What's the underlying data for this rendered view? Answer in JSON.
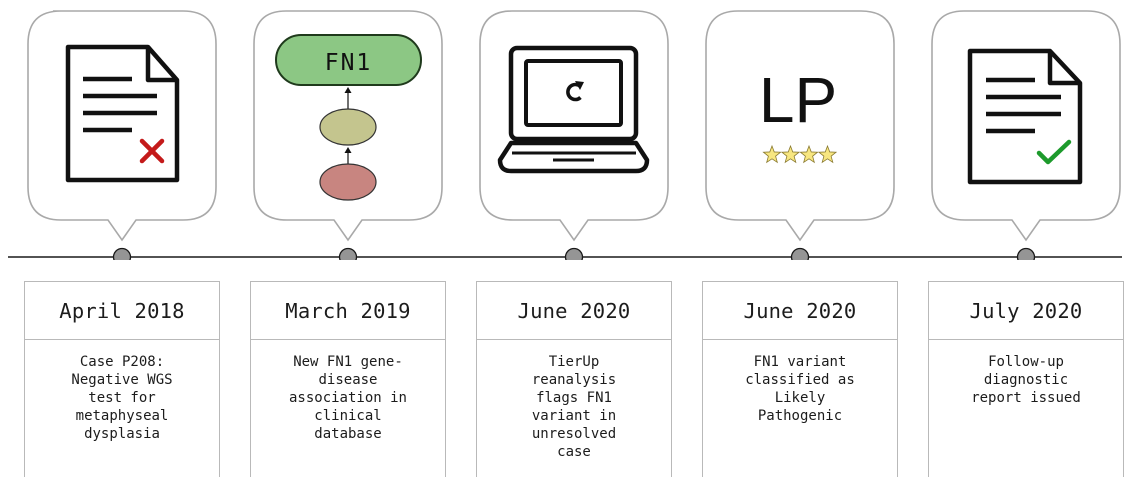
{
  "accent_colors": {
    "timeline_line": "#1a1a1a",
    "node_fill": "#959595",
    "bubble_border": "#a9a9a9",
    "gene_box_fill": "#8cc784",
    "gene_box_stroke": "#1f3a1c",
    "middle_node_fill": "#c4c58e",
    "bottom_node_fill": "#c88580",
    "cross_mark": "#c41a1a",
    "check_mark": "#1d9a2c",
    "star_fill": "#f7e680"
  },
  "events": [
    {
      "date": "April 2018",
      "icon": "document-rejected-icon",
      "description_lines": [
        "Case P208:",
        "Negative WGS",
        "test for",
        "metaphyseal",
        "dysplasia"
      ]
    },
    {
      "date": "March 2019",
      "icon": "gene-network-icon",
      "icon_label": "FN1",
      "description_lines": [
        "New FN1 gene-",
        "disease",
        "association in",
        "clinical",
        "database"
      ]
    },
    {
      "date": "June 2020",
      "icon": "laptop-refresh-icon",
      "description_lines": [
        "TierUp",
        "reanalysis",
        "flags FN1",
        "variant in",
        "unresolved",
        "case"
      ]
    },
    {
      "date": "June 2020",
      "icon": "classification-badge-icon",
      "icon_label": "LP",
      "rating_stars": 4,
      "description_lines": [
        "FN1 variant",
        "classified as",
        "Likely",
        "Pathogenic"
      ]
    },
    {
      "date": "July 2020",
      "icon": "document-approved-icon",
      "description_lines": [
        "Follow-up",
        "diagnostic",
        "report issued"
      ]
    }
  ]
}
